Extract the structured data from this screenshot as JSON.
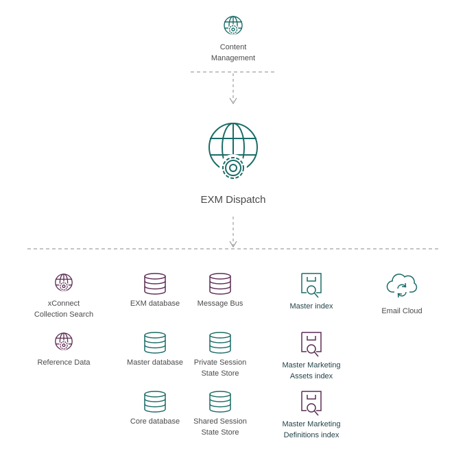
{
  "colors": {
    "teal": "#1a6b66",
    "purple": "#5b2b52",
    "line": "#888888",
    "text": "#4a4a4a"
  },
  "top": {
    "line1": "Content",
    "line2": "Management",
    "icon": "globe-gear-icon"
  },
  "center": {
    "label": "EXM Dispatch",
    "icon": "globe-gear-icon"
  },
  "nodes": {
    "xconnect": {
      "line1": "xConnect",
      "line2": "Collection Search",
      "icon": "globe-gear-icon"
    },
    "reference": {
      "line1": "Reference Data",
      "icon": "globe-gear-icon"
    },
    "exm_db": {
      "line1": "EXM database",
      "icon": "database-icon"
    },
    "master_db": {
      "line1": "Master database",
      "icon": "database-icon"
    },
    "core_db": {
      "line1": "Core database",
      "icon": "database-icon"
    },
    "message_bus": {
      "line1": "Message Bus",
      "icon": "database-icon"
    },
    "private_session": {
      "line1": "Private Session",
      "line2": "State Store",
      "icon": "database-icon"
    },
    "shared_session": {
      "line1": "Shared Session",
      "line2": "State Store",
      "icon": "database-icon"
    },
    "master_index": {
      "line1": "Master index",
      "icon": "search-index-icon"
    },
    "mm_assets": {
      "line1": "Master Marketing",
      "line2": "Assets index",
      "icon": "search-index-icon"
    },
    "mm_definitions": {
      "line1": "Master Marketing",
      "line2": "Definitions index",
      "icon": "search-index-icon"
    },
    "email_cloud": {
      "line1": "Email Cloud",
      "icon": "cloud-sync-icon"
    }
  }
}
